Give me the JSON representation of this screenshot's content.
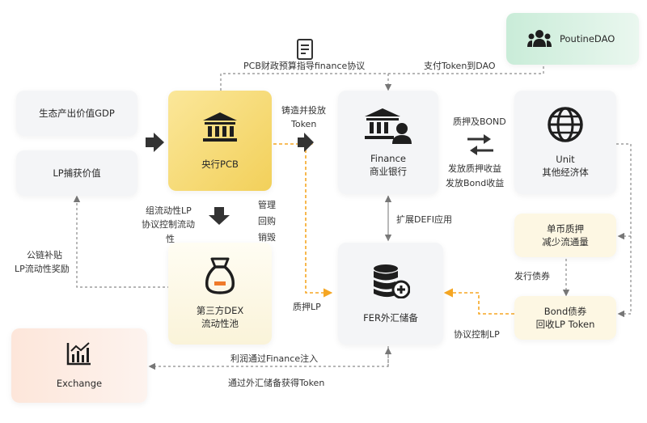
{
  "nodes": {
    "gdp": "生态产出价值GDP",
    "lp_value": "LP捕获价值",
    "pcb": "央行PCB",
    "finance": [
      "Finance",
      "商业银行"
    ],
    "unit": [
      "Unit",
      "其他经济体"
    ],
    "dex": [
      "第三方DEX",
      "流动性池"
    ],
    "fer": "FER外汇储备",
    "exchange": "Exchange",
    "poutine": "PoutineDAO",
    "single_stake": [
      "单币质押",
      "减少流通量"
    ],
    "bond": [
      "Bond债券",
      "回收LP Token"
    ]
  },
  "edges": {
    "pcb_budget": "PCB财政预算指导finance协议",
    "pay_dao": "支付Token到DAO",
    "mint": [
      "铸造并投放",
      "Token"
    ],
    "stake_bond": "质押及BOND",
    "issue_stake": [
      "发放质押收益",
      "发放Bond收益"
    ],
    "expand_defi": "扩展DEFI应用",
    "lp_control": [
      "组流动性LP",
      "协议控制流动",
      "性"
    ],
    "manage": [
      "管理",
      "回购",
      "销毁"
    ],
    "subsidy": [
      "公链补贴",
      "LP流动性奖励"
    ],
    "pledge_lp": "质押LP",
    "issue_bond": "发行债券",
    "protocol_lp": "协议控制LP",
    "profit_inject": "利润通过Finance注入",
    "gain_token": "通过外汇储备获得Token"
  },
  "colors": {
    "gold": "#f2d36b",
    "orange_dash": "#f5a623",
    "gray_dash": "#8a8a8a"
  }
}
